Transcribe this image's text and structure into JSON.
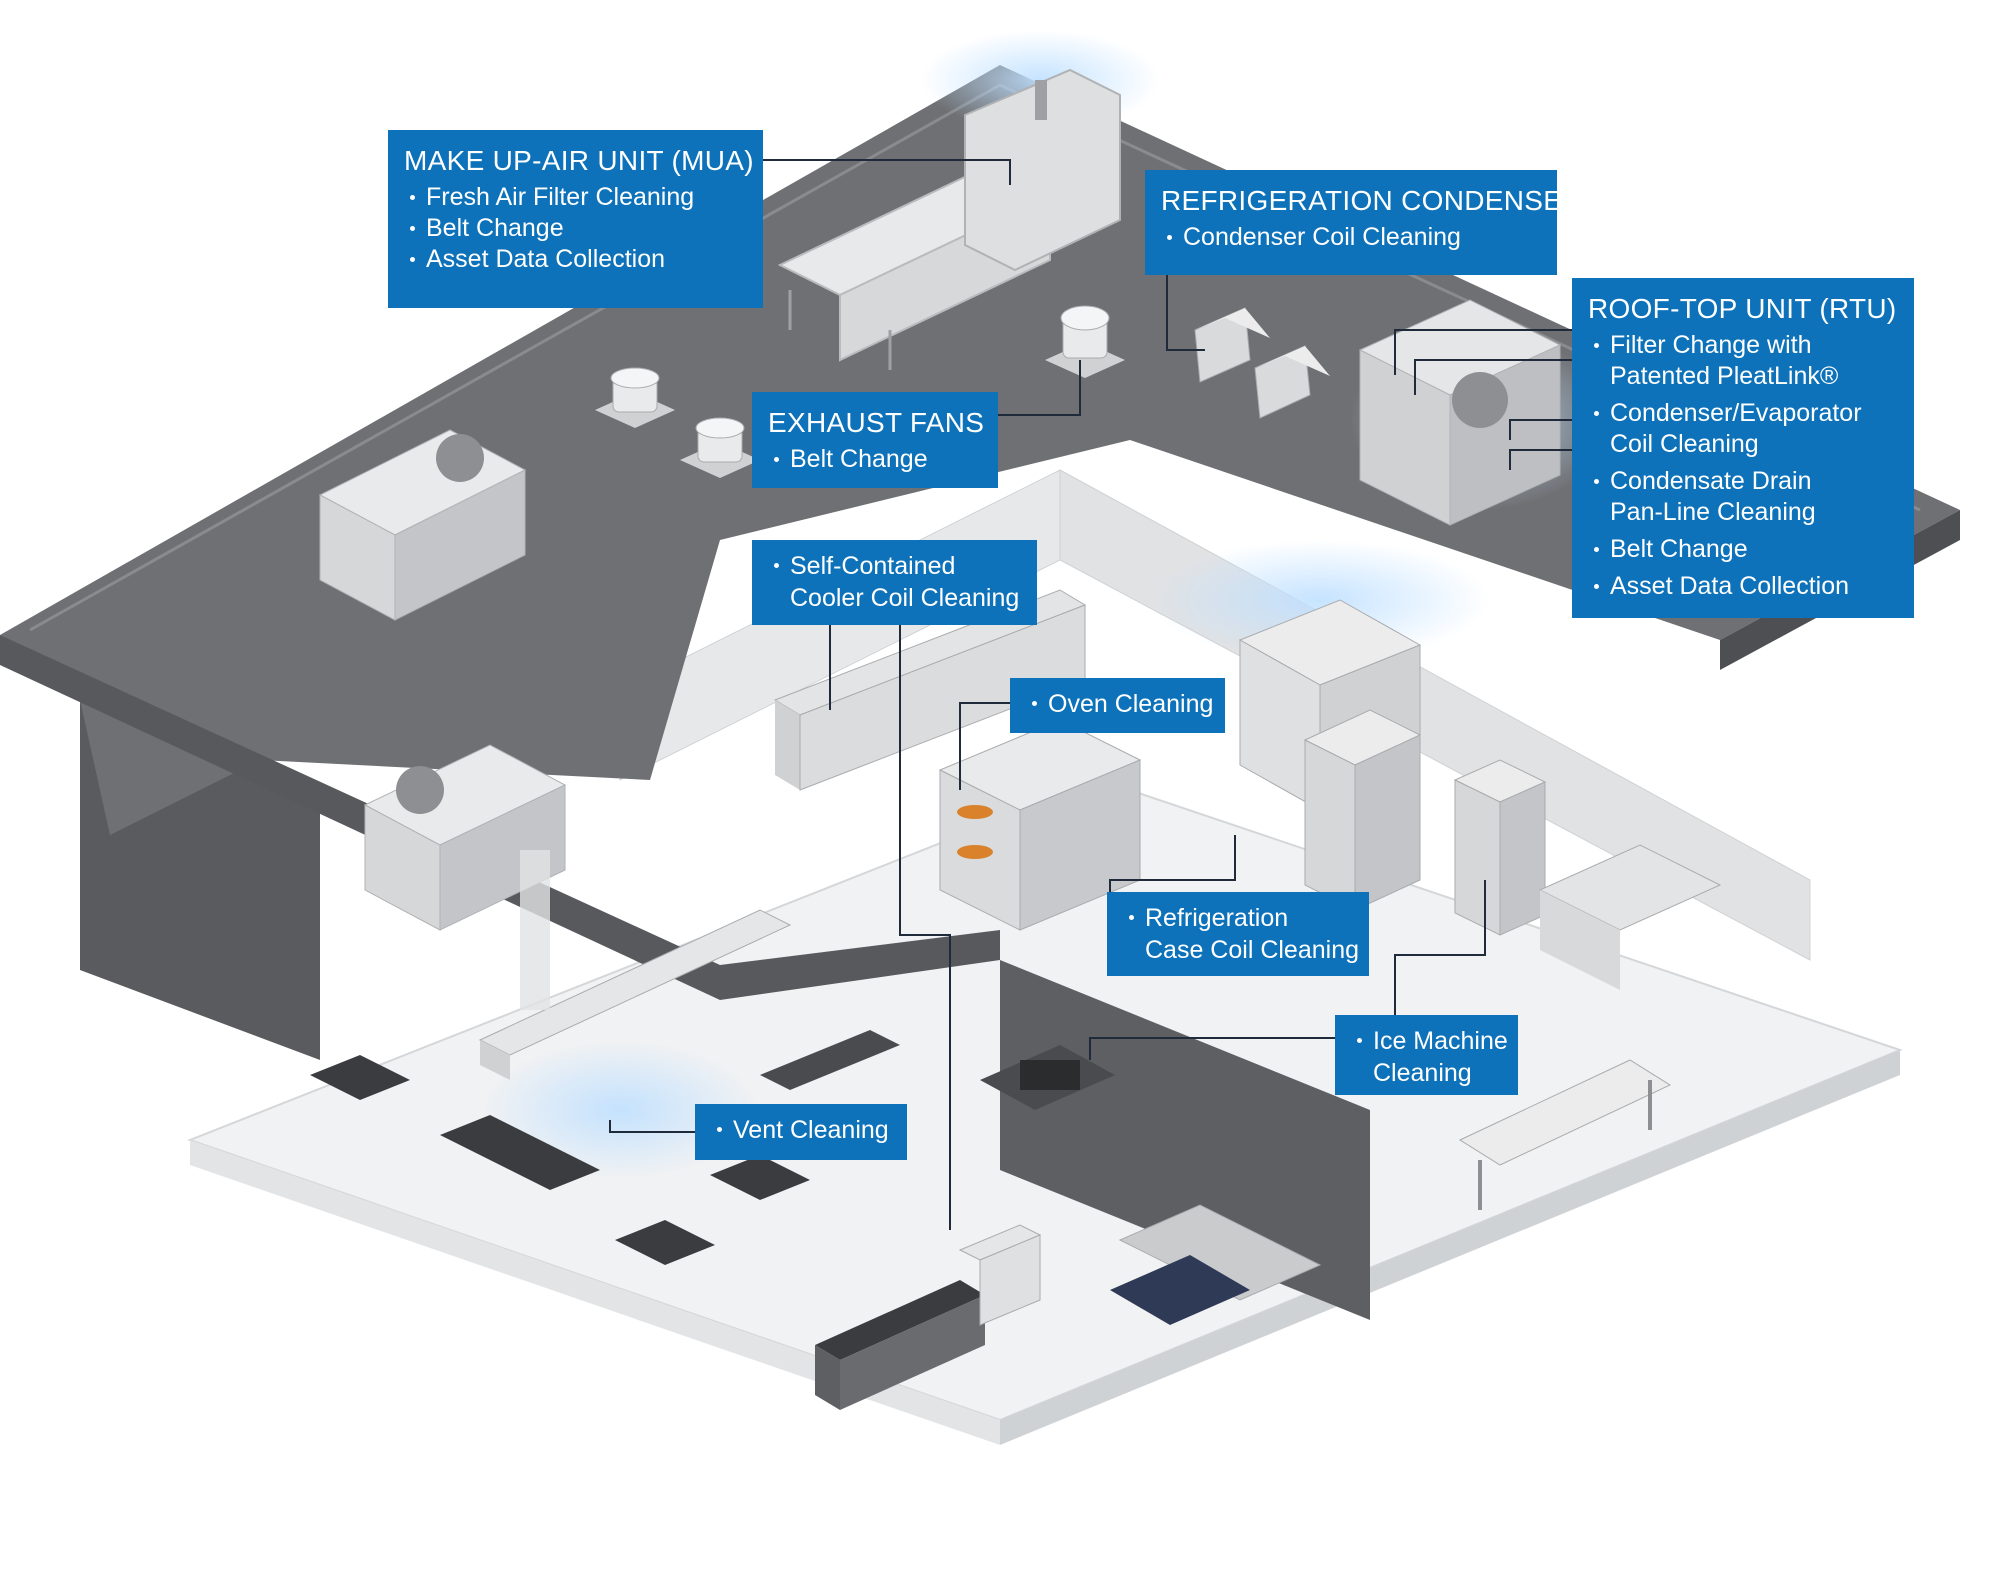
{
  "callouts": {
    "mua": {
      "title": "MAKE UP-AIR UNIT (MUA)",
      "items": [
        "Fresh Air Filter Cleaning",
        "Belt Change",
        "Asset Data Collection"
      ]
    },
    "refrigeration_condenser": {
      "title": "REFRIGERATION CONDENSER",
      "items": [
        "Condenser Coil Cleaning"
      ]
    },
    "rtu": {
      "title": "ROOF-TOP UNIT (RTU)",
      "items": [
        {
          "line1": "Filter Change with",
          "line2": "Patented PleatLink®"
        },
        {
          "line1": "Condenser/Evaporator",
          "line2": "Coil Cleaning"
        },
        {
          "line1": "Condensate Drain",
          "line2": "Pan-Line Cleaning"
        },
        {
          "line1": "Belt Change",
          "line2": ""
        },
        {
          "line1": "Asset Data Collection",
          "line2": ""
        }
      ]
    },
    "exhaust_fans": {
      "title": "EXHAUST FANS",
      "items": [
        "Belt Change"
      ]
    },
    "cooler_coil": {
      "line1": "Self-Contained",
      "line2": "Cooler Coil Cleaning"
    },
    "oven": {
      "line1": "Oven Cleaning"
    },
    "refrigeration_case": {
      "line1": "Refrigeration",
      "line2": "Case Coil Cleaning"
    },
    "ice_machine": {
      "line1": "Ice Machine",
      "line2": "Cleaning"
    },
    "vent": {
      "line1": "Vent Cleaning"
    }
  },
  "colors": {
    "callout_blue": "#0d72b9",
    "roof": "#6f7073",
    "roof_edge": "#58595c",
    "floor": "#f2f3f4",
    "wall": "#d9dbdd",
    "glow": "#cfe6fb"
  }
}
